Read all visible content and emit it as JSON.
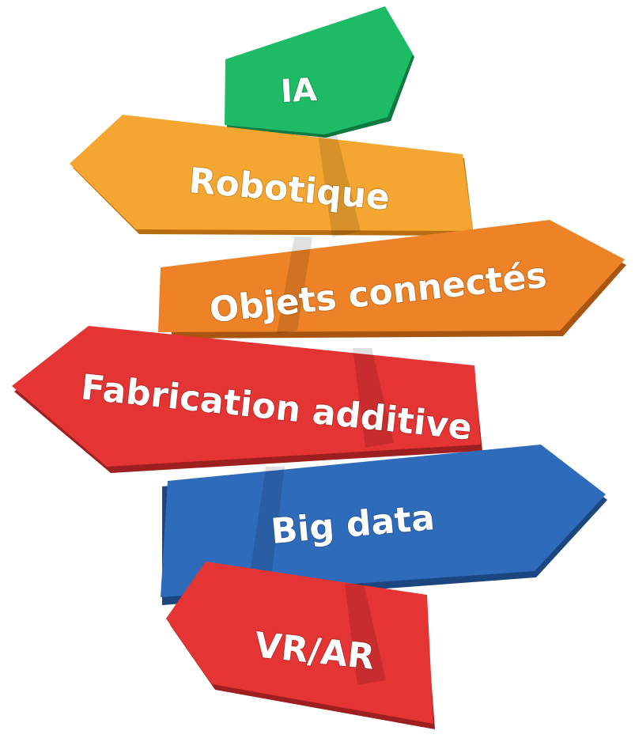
{
  "signs": [
    {
      "label": "IA",
      "color": "#1dbb66",
      "edge_color": "#0f7a40",
      "pointing": "right"
    },
    {
      "label": "Robotique",
      "color": "#f5a630",
      "edge_color": "#b86d12",
      "pointing": "left"
    },
    {
      "label": "Objets connectés",
      "color": "#ee8226",
      "edge_color": "#a85512",
      "pointing": "right"
    },
    {
      "label": "Fabrication additive",
      "color": "#e43434",
      "edge_color": "#9e1f1f",
      "pointing": "left"
    },
    {
      "label": "Big data",
      "color": "#2f6bbb",
      "edge_color": "#1c4680",
      "pointing": "right"
    },
    {
      "label": "VR/AR",
      "color": "#e43434",
      "edge_color": "#9e1f1f",
      "pointing": "left"
    }
  ]
}
